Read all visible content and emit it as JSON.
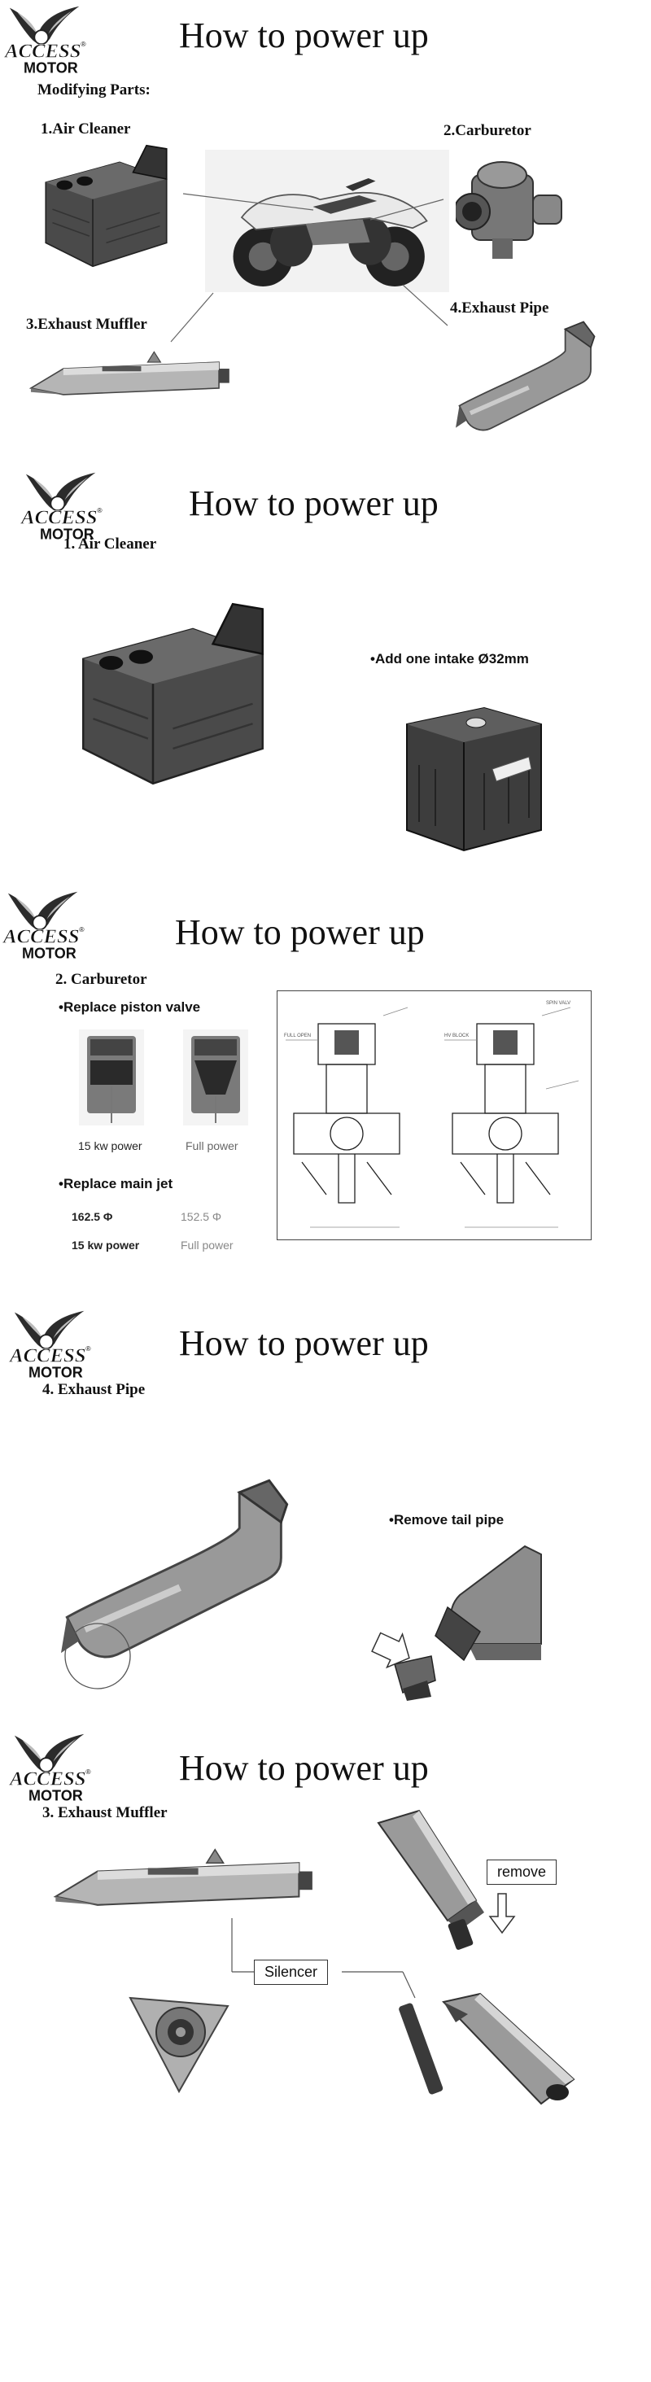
{
  "brand": {
    "line1": "ACCESS",
    "line2": "MOTOR"
  },
  "pages": [
    {
      "title": "How to power up",
      "subtitle": "Modifying Parts:",
      "parts": [
        "1.Air Cleaner",
        "2.Carburetor",
        "3.Exhaust Muffler",
        "4.Exhaust Pipe"
      ]
    },
    {
      "title": "How to power up",
      "subtitle": "1. Air Cleaner",
      "note": "•Add one intake Ø32mm"
    },
    {
      "title": "How to power up",
      "subtitle": "2. Carburetor",
      "piston_heading": "•Replace piston valve",
      "piston_labels": [
        "15 kw power",
        "Full power"
      ],
      "jet_heading": "•Replace main jet",
      "jet_values": [
        "162.5 Φ",
        "152.5 Φ"
      ],
      "jet_labels": [
        "15 kw power",
        "Full power"
      ]
    },
    {
      "title": "How to power up",
      "subtitle": "4. Exhaust Pipe",
      "note": "•Remove tail pipe"
    },
    {
      "title": "How to power up",
      "subtitle": "3. Exhaust Muffler",
      "remove_label": "remove",
      "silencer_label": "Silencer"
    }
  ]
}
